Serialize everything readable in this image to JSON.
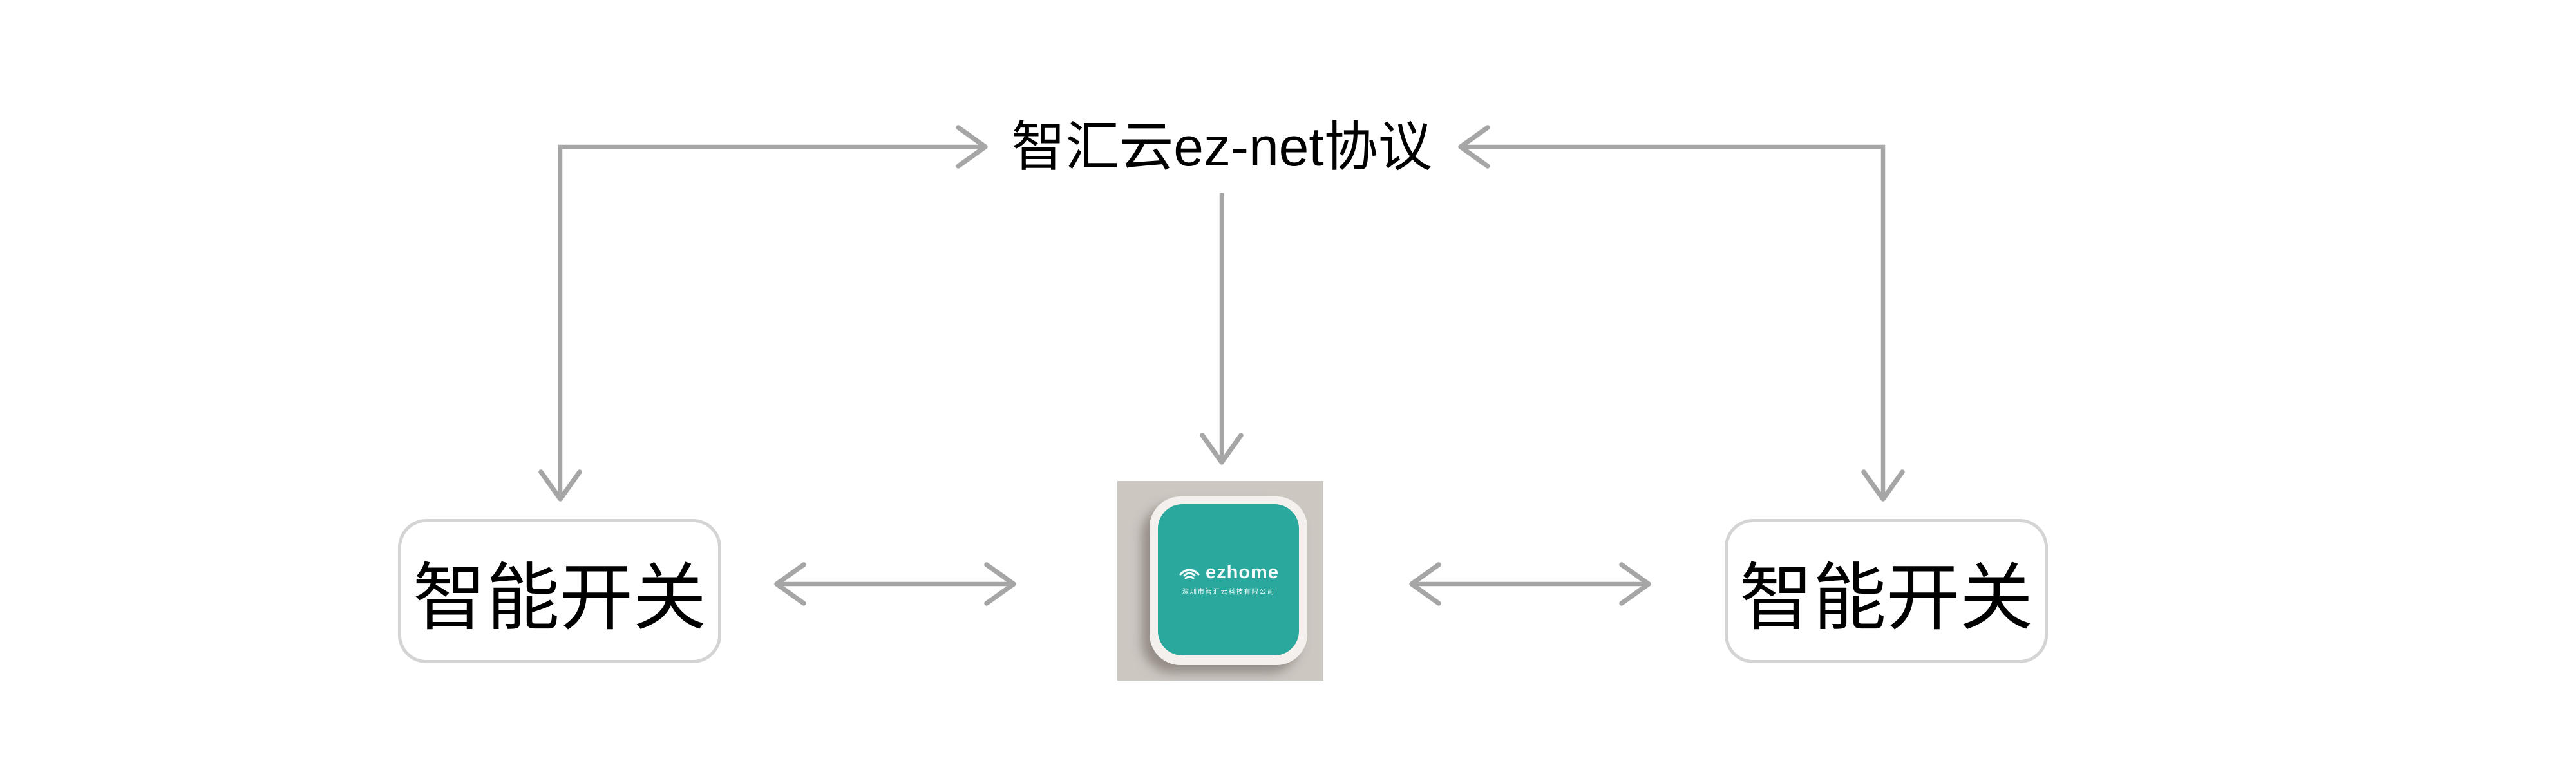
{
  "diagram": {
    "protocol": {
      "label": "智汇云ez-net协议"
    },
    "nodes": {
      "left_switch": {
        "label": "智能开关"
      },
      "right_switch": {
        "label": "智能开关"
      },
      "gateway": {
        "brand": "ezhome",
        "company": "深圳市智汇云科技有限公司"
      }
    },
    "edges": [
      {
        "from": "left_switch",
        "to": "protocol",
        "shape": "elbow",
        "arrows": "both"
      },
      {
        "from": "right_switch",
        "to": "protocol",
        "shape": "elbow",
        "arrows": "both"
      },
      {
        "from": "protocol",
        "to": "gateway",
        "shape": "straight",
        "arrows": "end"
      },
      {
        "from": "left_switch",
        "to": "gateway",
        "shape": "straight",
        "arrows": "both"
      },
      {
        "from": "right_switch",
        "to": "gateway",
        "shape": "straight",
        "arrows": "both"
      }
    ],
    "colors": {
      "connector": "#a6a6a6",
      "box_border": "#d4d4d4",
      "text": "#000000",
      "gateway_face": "#2aa89e",
      "device_body": "#f3f0ed",
      "photo_background": "#cdc7c2"
    }
  }
}
